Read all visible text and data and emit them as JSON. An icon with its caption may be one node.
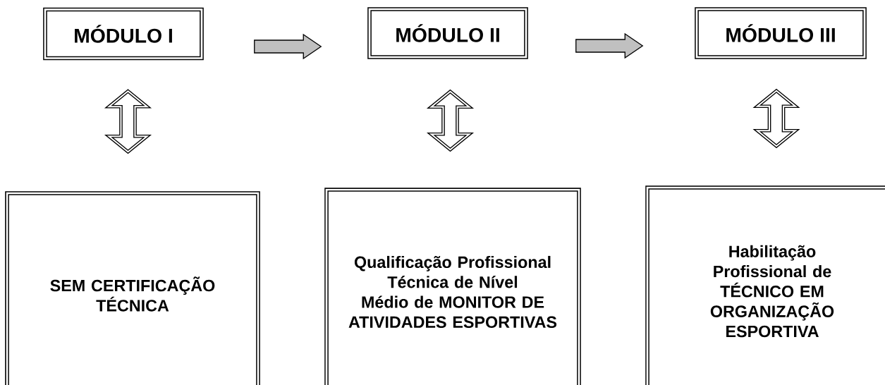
{
  "diagram": {
    "nodes": [
      {
        "text": [
          "MÓDULO I"
        ]
      },
      {
        "text": [
          "MÓDULO II"
        ]
      },
      {
        "text": [
          "MÓDULO III"
        ]
      },
      {
        "text": [
          "SEM CERTIFICAÇÃO TÉCNICA"
        ]
      },
      {
        "text": [
          "Qualificação Profissional Técnica de Nível Médio de MONITOR DE ATIVIDADES ESPORTIVAS"
        ]
      },
      {
        "text": [
          "Habilitação Profissional de TÉCNICO EM ORGANIZAÇÃO ESPORTIVA"
        ]
      }
    ],
    "edges": [
      {
        "from": 0,
        "to": 1,
        "arrow": "to",
        "color": "#c0c0c0"
      },
      {
        "from": 1,
        "to": 2,
        "arrow": "to",
        "color": "#c0c0c0"
      },
      {
        "from": 0,
        "to": 3,
        "arrow": "both"
      },
      {
        "from": 1,
        "to": 4,
        "arrow": "both"
      },
      {
        "from": 2,
        "to": 5,
        "arrow": "both"
      }
    ]
  }
}
